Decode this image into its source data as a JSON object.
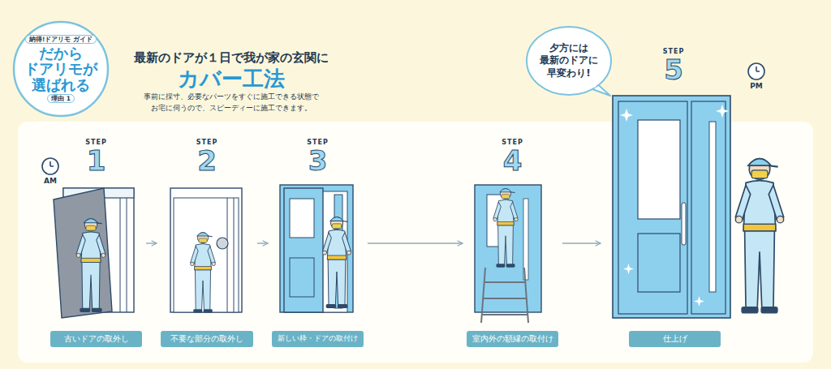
{
  "diagram": {
    "title": "最新のドアが１日で我が家の玄関に",
    "nodes": [
      {
        "text": [
          "納得!ドアリモ ガイド",
          "だから ドアリモが 選ばれる",
          "理由 1"
        ]
      },
      {
        "text": [
          "夕方には 最新のドアに 早変わり!"
        ]
      },
      {
        "text": [
          "STEP",
          "1"
        ]
      },
      {
        "text": [
          "古いドアの取外し"
        ],
        "in": 2
      },
      {
        "text": [
          "STEP",
          "2"
        ]
      },
      {
        "text": [
          "不要な部分の取外し"
        ],
        "in": 4
      },
      {
        "text": [
          "STEP",
          "3"
        ]
      },
      {
        "text": [
          "新しい枠・ドアの取付け"
        ],
        "in": 6
      },
      {
        "text": [
          "STEP",
          "4"
        ]
      },
      {
        "text": [
          "室内外の額縁の取付け"
        ],
        "in": 8
      },
      {
        "text": [
          "STEP",
          "5"
        ]
      },
      {
        "text": [
          "仕上げ"
        ],
        "in": 10
      }
    ],
    "edges": [
      {
        "from": 2,
        "to": 4,
        "arrow": "to"
      },
      {
        "from": 4,
        "to": 6,
        "arrow": "to"
      },
      {
        "from": 6,
        "to": 8,
        "arrow": "to"
      },
      {
        "from": 8,
        "to": 10,
        "arrow": "to"
      }
    ],
    "labels": [
      "カバー工法",
      "事前に採寸、必要なパーツをすぐに施工できる状態で お宅に伺うので、スピーディーに施工できます。",
      "AM",
      "PM"
    ]
  }
}
